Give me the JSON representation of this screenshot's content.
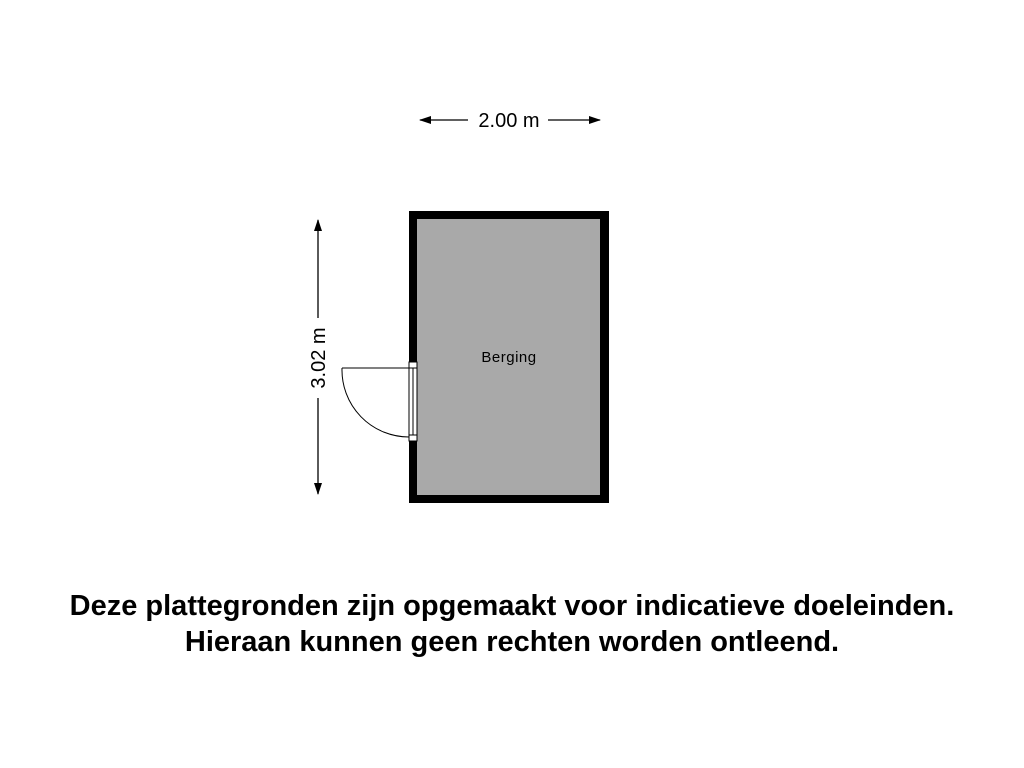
{
  "floorplan": {
    "width_label": "2.00 m",
    "height_label": "3.02 m",
    "room_label": "Berging",
    "wall_color": "#000000",
    "floor_color": "#a9a9a9"
  },
  "disclaimer": {
    "line1": "Deze plattegronden zijn opgemaakt voor indicatieve doeleinden.",
    "line2": "Hieraan kunnen geen rechten worden ontleend."
  }
}
